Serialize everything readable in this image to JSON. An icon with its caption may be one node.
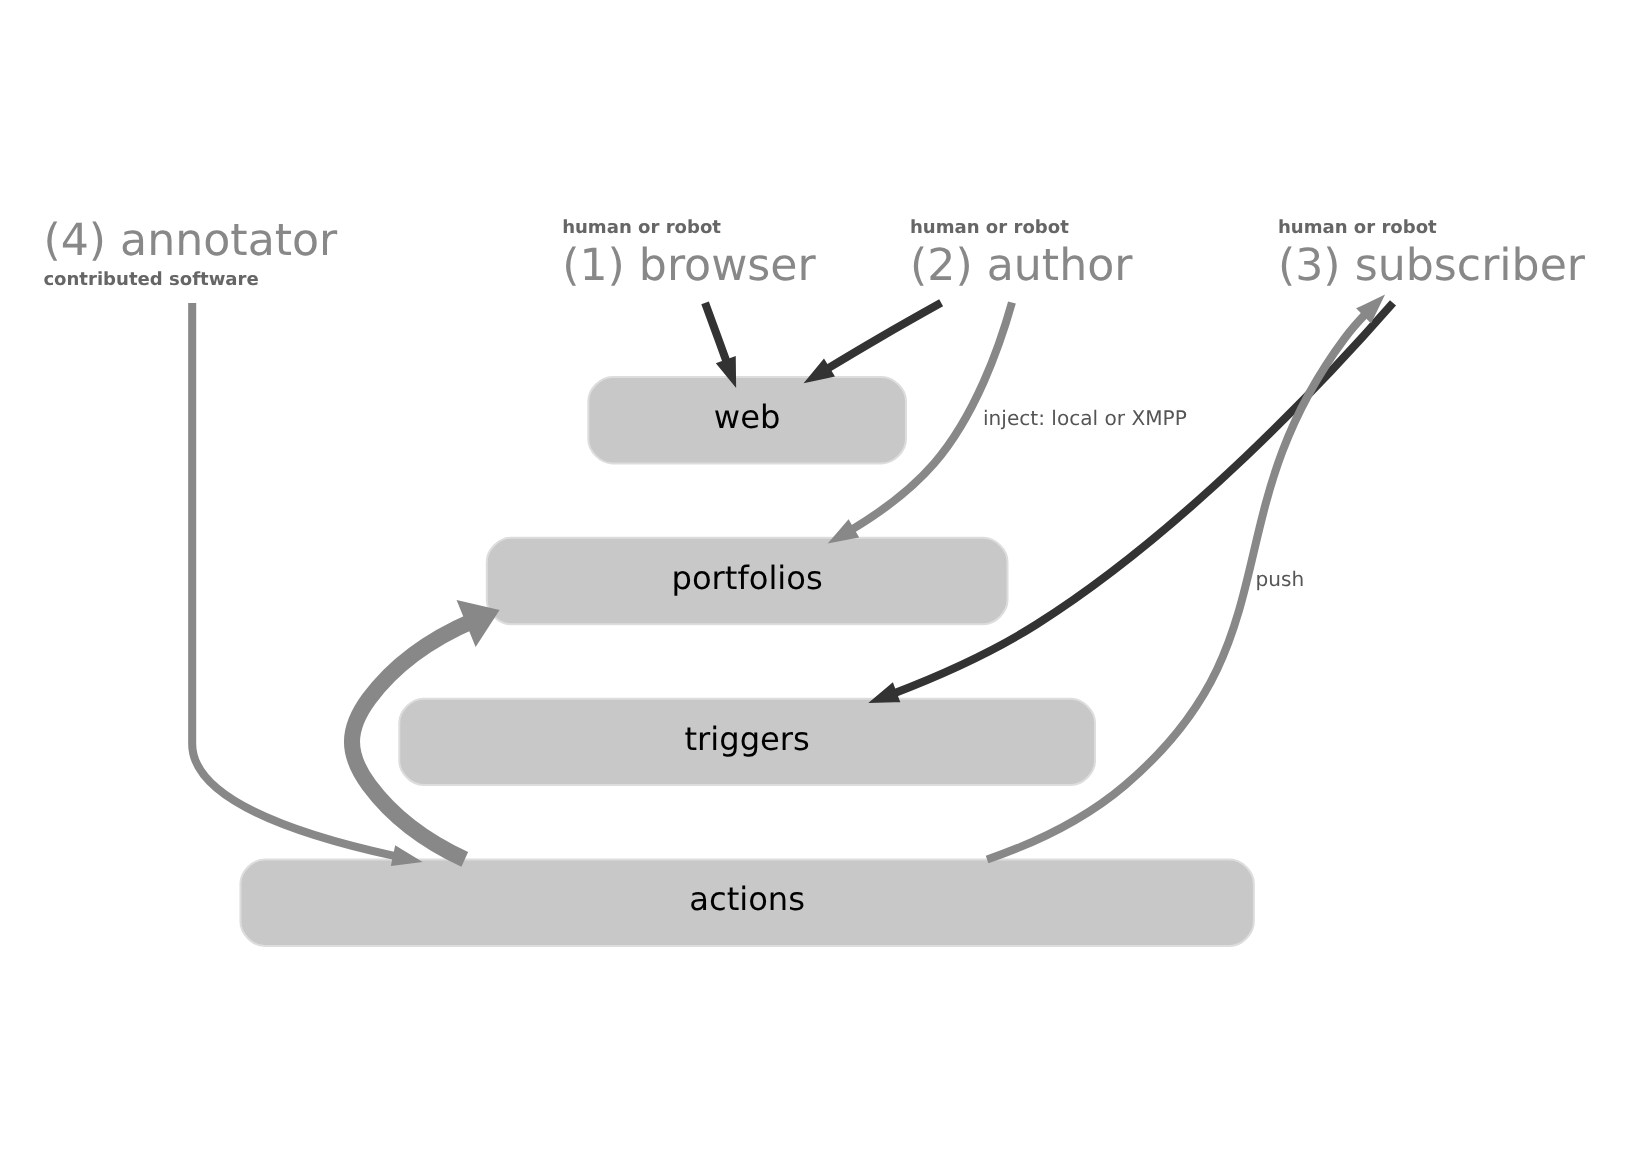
{
  "diagram": {
    "nodes": [
      {
        "text": [
          "human or robot",
          "(1) browser"
        ]
      },
      {
        "text": [
          "human or robot",
          "(3) subscriber"
        ]
      },
      {
        "text": [
          "human or robot",
          "(2) author"
        ]
      },
      {
        "text": [
          "(4) annotator",
          "contributed software"
        ]
      },
      {
        "text": [
          "web"
        ]
      },
      {
        "text": [
          "portfolios"
        ]
      },
      {
        "text": [
          "triggers"
        ]
      },
      {
        "text": [
          "actions"
        ]
      }
    ],
    "edges": [
      {
        "from": 0,
        "to": 4,
        "arrow": "to",
        "color": "#333333"
      },
      {
        "from": 2,
        "to": 4,
        "arrow": "to",
        "color": "#333333"
      },
      {
        "from": 2,
        "to": 5,
        "arrow": "to",
        "label": "inject: local or XMPP"
      },
      {
        "from": 1,
        "to": 6,
        "arrow": "to",
        "color": "#333333"
      },
      {
        "from": 7,
        "to": 1,
        "arrow": "to",
        "label": "push"
      },
      {
        "from": 7,
        "to": 5,
        "arrow": "to",
        "style": "thick"
      },
      {
        "from": 3,
        "to": 7,
        "arrow": "to"
      }
    ]
  }
}
